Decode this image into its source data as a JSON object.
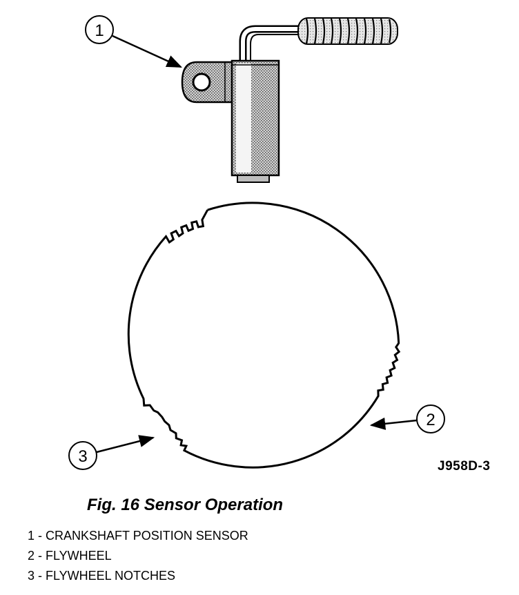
{
  "callouts": [
    {
      "number": "1"
    },
    {
      "number": "2"
    },
    {
      "number": "3"
    }
  ],
  "figure_code": "J958D-3",
  "caption": "Fig. 16 Sensor Operation",
  "legend": [
    "1 - CRANKSHAFT POSITION SENSOR",
    "2 - FLYWHEEL",
    "3 - FLYWHEEL NOTCHES"
  ],
  "colors": {
    "ink": "#000000",
    "sensor_fill": "#b5b5b5",
    "background": "#ffffff"
  }
}
